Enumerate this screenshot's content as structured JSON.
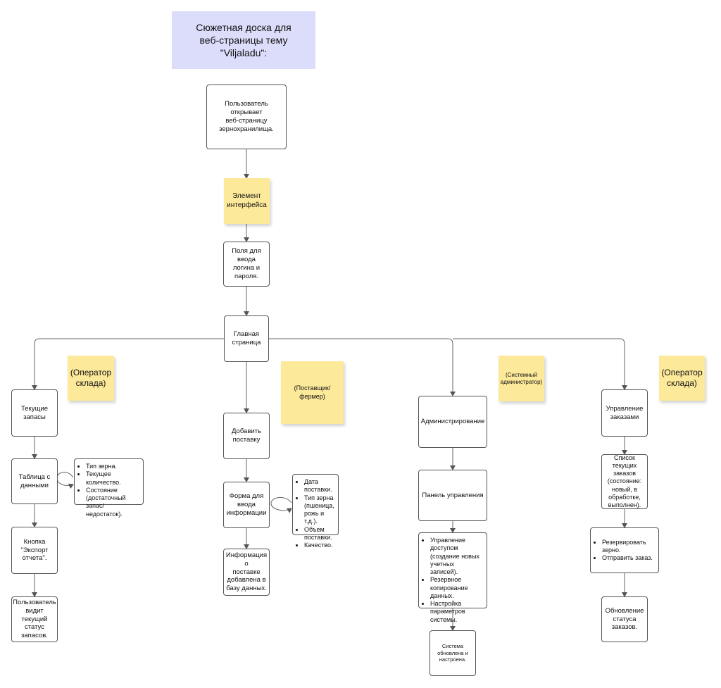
{
  "title": "Сюжетная доска для\nвеб-страницы  тему \"Viljaladu\":",
  "stickies": {
    "interface": "Элемент\nинтерфейса",
    "operator_left": "(Оператор\nсклада)",
    "supplier": "(Поставщик/фермер)",
    "sysadmin": "(Системный\nадминистратор)",
    "operator_right": "(Оператор\nсклада)"
  },
  "nodes": {
    "open_page": "Пользователь открывает\nвеб-страницу\nзернохранилища.",
    "login_fields": "Поля для\nввода логина и\nпароля.",
    "main_page": "Главная\nстраница",
    "current_stock": "Текущие\nзапасы",
    "data_table": "Таблица с\nданными",
    "export_button": "Кнопка\n\"Экспорт\nотчета\".",
    "user_sees_stock": "Пользователь\nвидит текущий\nстатус\nзапасов.",
    "add_delivery": "Добавить\nпоставку",
    "input_form": "Форма для\nввода\nинформации",
    "delivery_added": "Информация о\nпоставке\nдобавлена в\nбазу данных.",
    "administration": "Администрирование",
    "control_panel": "Панель управления",
    "system_updated": "Система\nобновлена и\nнастроена.",
    "order_management": "Управление\nзаказами",
    "order_list": "Список\nтекущих\nзаказов\n(состояние:\nновый, в\nобработке,\nвыполнен).",
    "order_status_update": "Обновление\nстатуса\nзаказов."
  },
  "lists": {
    "table_fields": [
      "Тип зерна.",
      "Текущее количество.",
      "Состояние (достаточный запас/недостаток)."
    ],
    "form_fields": [
      "Дата поставки.",
      "Тип зерна (пшеница, рожь и т.д.).",
      "Объем поставки.",
      "Качество."
    ],
    "admin_features": [
      "Управление доступом (создание новых учетных записей).",
      "Резервное копирование данных.",
      "Настройка параметров системы."
    ],
    "order_actions": [
      "Резервировать зерно.",
      "Отправить заказ."
    ]
  }
}
